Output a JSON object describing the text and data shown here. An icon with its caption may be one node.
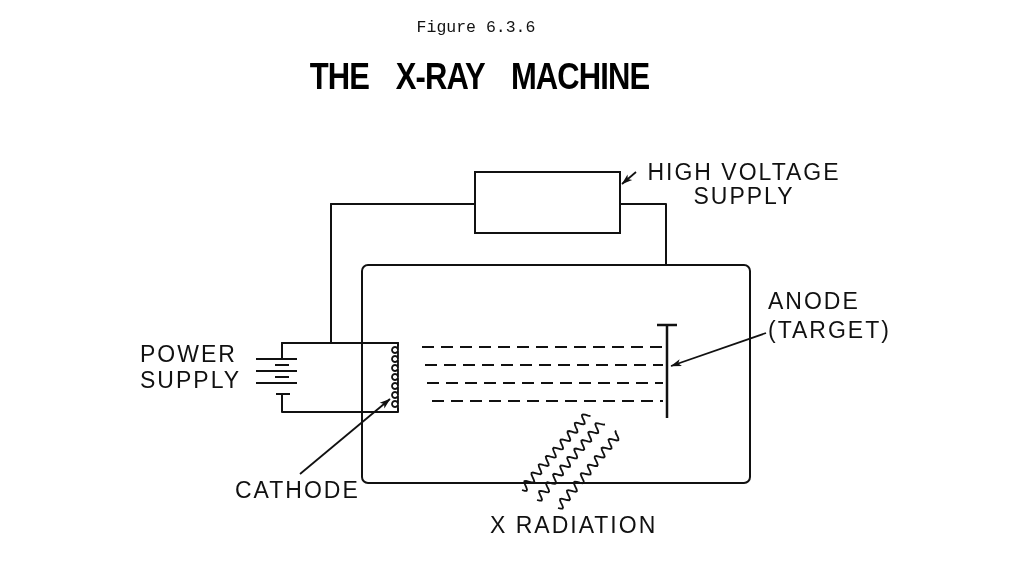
{
  "diagram": {
    "title": "THE X-RAY MACHINE",
    "nodes": [
      {
        "text": [
          "HIGH VOLTAGE SUPPLY"
        ]
      },
      {
        "text": [],
        "shape": "box"
      },
      {
        "text": [],
        "shape": "box"
      },
      {
        "text": [
          "ANODE (TARGET)"
        ]
      },
      {
        "text": [],
        "shape": "bar",
        "in": 2
      },
      {
        "text": [],
        "shape": "battery",
        "beside": [
          "POWER SUPPLY"
        ]
      },
      {
        "text": [],
        "shape": "coil",
        "in": 2
      },
      {
        "text": [
          "CATHODE"
        ]
      }
    ],
    "edges": [
      {
        "from": 0,
        "to": 1,
        "arrow": "to"
      },
      {
        "from": 1,
        "to": 6,
        "arrow": "none"
      },
      {
        "from": 1,
        "to": 5,
        "arrow": "none"
      },
      {
        "from": 1,
        "to": 2,
        "arrow": "none"
      },
      {
        "from": 3,
        "to": 4,
        "arrow": "to"
      },
      {
        "from": 5,
        "to": 6,
        "arrow": "none"
      },
      {
        "from": 5,
        "to": 6,
        "arrow": "none"
      },
      {
        "from": 7,
        "to": 6,
        "arrow": "to"
      }
    ],
    "labels": [
      "Figure 6.3.6",
      "X RADIATION"
    ]
  }
}
